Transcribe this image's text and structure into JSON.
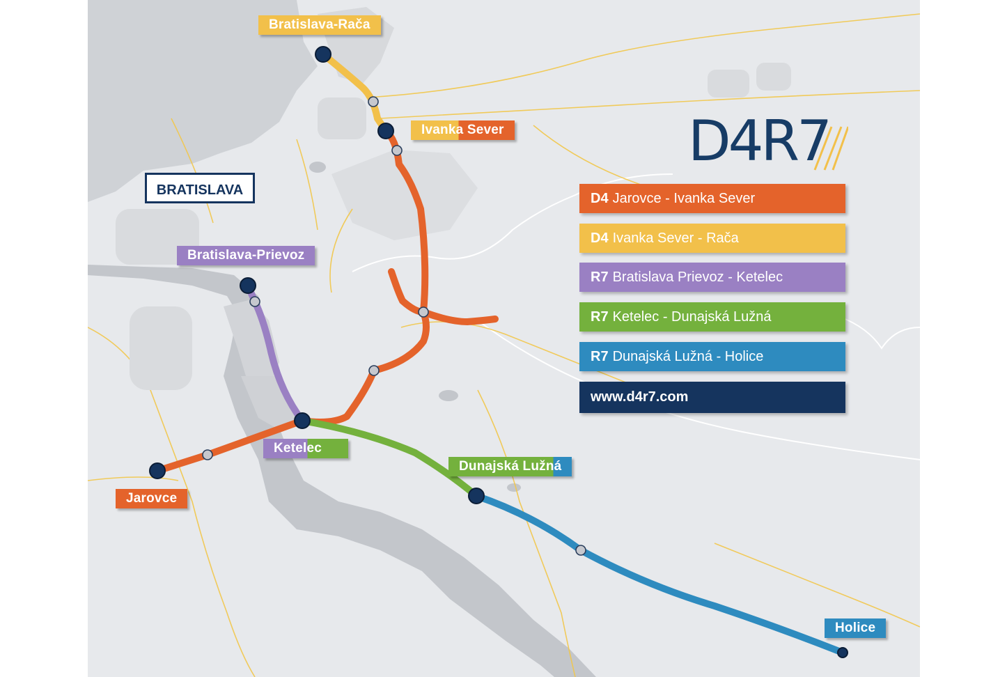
{
  "colors": {
    "orange": "#e4632b",
    "yellow": "#f2c04a",
    "purple": "#9a80c3",
    "green": "#74b13d",
    "blue": "#2e8bbf",
    "navy": "#15345e",
    "map_background": "#e7e9ec",
    "water": "#c3c6cb",
    "roads": "#f2c74a"
  },
  "city_label": "BRATISLAVA",
  "logo": {
    "text": "D4R7"
  },
  "place_labels": {
    "bratislava_raca": "Bratislava-Rača",
    "ivanka_sever": "Ivanka Sever",
    "bratislava_prievoz": "Bratislava-Prievoz",
    "ketelec": "Ketelec",
    "jarovce": "Jarovce",
    "dunajska_luzna": "Dunajská Lužná",
    "holice": "Holice"
  },
  "legend": [
    {
      "code": "D4",
      "text": "Jarovce - Ivanka Sever",
      "color": "#e4632b"
    },
    {
      "code": "D4",
      "text": "Ivanka Sever - Rača",
      "color": "#f2c04a"
    },
    {
      "code": "R7",
      "text": "Bratislava Prievoz - Ketelec",
      "color": "#9a80c3"
    },
    {
      "code": "R7",
      "text": "Ketelec - Dunajská Lužná",
      "color": "#74b13d"
    },
    {
      "code": "R7",
      "text": "Dunajská Lužná - Holice",
      "color": "#2e8bbf"
    }
  ],
  "website": "www.d4r7.com"
}
